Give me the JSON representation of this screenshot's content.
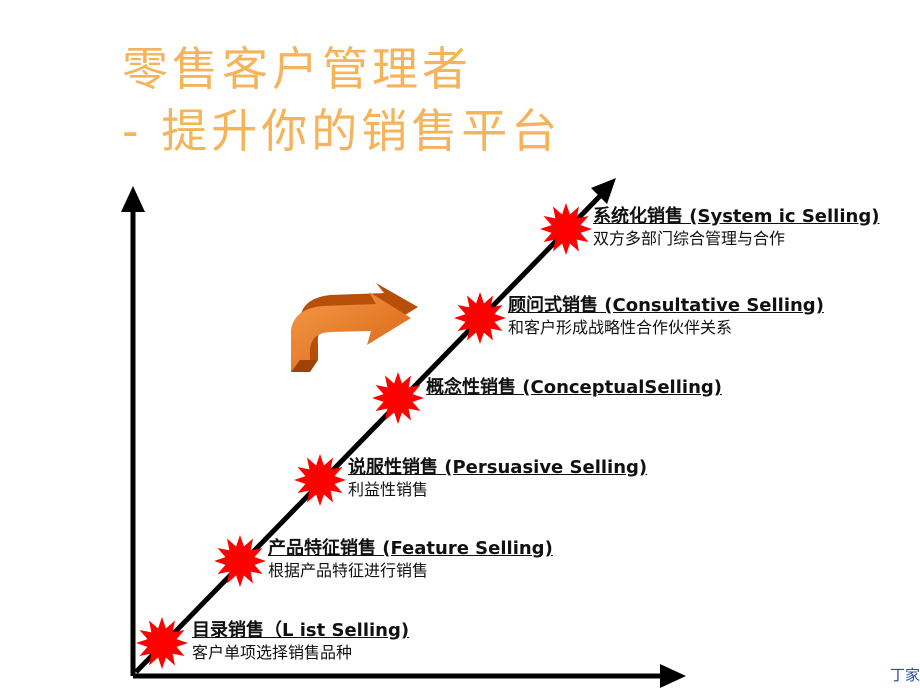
{
  "title": {
    "line1": "零售客户管理者",
    "line2": "- 提升你的销售平台"
  },
  "stages": [
    {
      "name": "目录销售（L ist Selling)",
      "desc": "客户单项选择销售品种"
    },
    {
      "name": "产品特征销售 (Feature Selling)",
      "desc": "根据产品特征进行销售"
    },
    {
      "name": "说服性销售 (Persuasive Selling)",
      "desc": "利益性销售"
    },
    {
      "name": "概念性销售 (ConceptualSelling)",
      "desc": ""
    },
    {
      "name": "顾问式销售 (Consultative Selling)",
      "desc": "和客户形成战略性合作伙伴关系"
    },
    {
      "name": "系统化销售 (System ic Selling)",
      "desc": "双方多部门综合管理与合作"
    }
  ],
  "footer": {
    "text": "丁家"
  },
  "colors": {
    "title": "#f5b35a",
    "star": "#ff0000",
    "arrow": "#e8701c",
    "axis": "#000000"
  }
}
